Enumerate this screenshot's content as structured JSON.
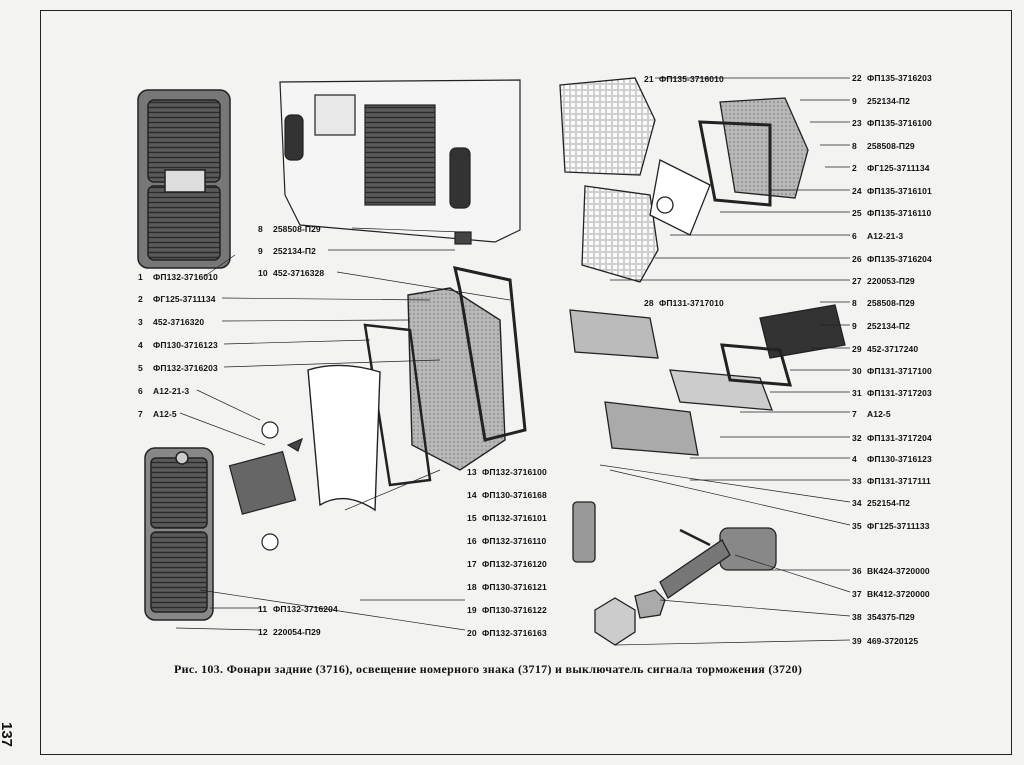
{
  "page_number": "137",
  "caption": "Рис. 103. Фонари задние (3716), освещение номерного знака (3717) и выключатель сигнала торможения (3720)",
  "left_callouts": [
    {
      "num": "8",
      "part": "258508-П29"
    },
    {
      "num": "9",
      "part": "252134-П2"
    },
    {
      "num": "10",
      "part": "452-3716328"
    },
    {
      "num": "1",
      "part": "ФП132-3716010"
    },
    {
      "num": "2",
      "part": "ФГ125-3711134"
    },
    {
      "num": "3",
      "part": "452-3716320"
    },
    {
      "num": "4",
      "part": "ФП130-3716123"
    },
    {
      "num": "5",
      "part": "ФП132-3716203"
    },
    {
      "num": "6",
      "part": "А12-21-3"
    },
    {
      "num": "7",
      "part": "А12-5"
    },
    {
      "num": "11",
      "part": "ФП132-3716204"
    },
    {
      "num": "12",
      "part": "220054-П29"
    }
  ],
  "center_callouts": [
    {
      "num": "13",
      "part": "ФП132-3716100"
    },
    {
      "num": "14",
      "part": "ФП130-3716168"
    },
    {
      "num": "15",
      "part": "ФП132-3716101"
    },
    {
      "num": "16",
      "part": "ФП132-3716110"
    },
    {
      "num": "17",
      "part": "ФП132-3716120"
    },
    {
      "num": "18",
      "part": "ФП130-3716121"
    },
    {
      "num": "19",
      "part": "ФП130-3716122"
    },
    {
      "num": "20",
      "part": "ФП132-3716163"
    },
    {
      "num": "21",
      "part": "ФП135-3716010"
    },
    {
      "num": "28",
      "part": "ФП131-3717010"
    }
  ],
  "right_callouts": [
    {
      "num": "22",
      "part": "ФП135-3716203"
    },
    {
      "num": "9",
      "part": "252134-П2"
    },
    {
      "num": "23",
      "part": "ФП135-3716100"
    },
    {
      "num": "8",
      "part": "258508-П29"
    },
    {
      "num": "2",
      "part": "ФГ125-3711134"
    },
    {
      "num": "24",
      "part": "ФП135-3716101"
    },
    {
      "num": "25",
      "part": "ФП135-3716110"
    },
    {
      "num": "6",
      "part": "А12-21-3"
    },
    {
      "num": "26",
      "part": "ФП135-3716204"
    },
    {
      "num": "27",
      "part": "220053-П29"
    },
    {
      "num": "8",
      "part": "258508-П29"
    },
    {
      "num": "9",
      "part": "252134-П2"
    },
    {
      "num": "29",
      "part": "452-3717240"
    },
    {
      "num": "30",
      "part": "ФП131-3717100"
    },
    {
      "num": "31",
      "part": "ФП131-3717203"
    },
    {
      "num": "7",
      "part": "А12-5"
    },
    {
      "num": "32",
      "part": "ФП131-3717204"
    },
    {
      "num": "4",
      "part": "ФП130-3716123"
    },
    {
      "num": "33",
      "part": "ФП131-3717111"
    },
    {
      "num": "34",
      "part": "252154-П2"
    },
    {
      "num": "35",
      "part": "ФГ125-3711133"
    },
    {
      "num": "36",
      "part": "ВК424-3720000"
    },
    {
      "num": "37",
      "part": "ВК412-3720000"
    },
    {
      "num": "38",
      "part": "354375-П29"
    },
    {
      "num": "39",
      "part": "469-3720125"
    }
  ]
}
